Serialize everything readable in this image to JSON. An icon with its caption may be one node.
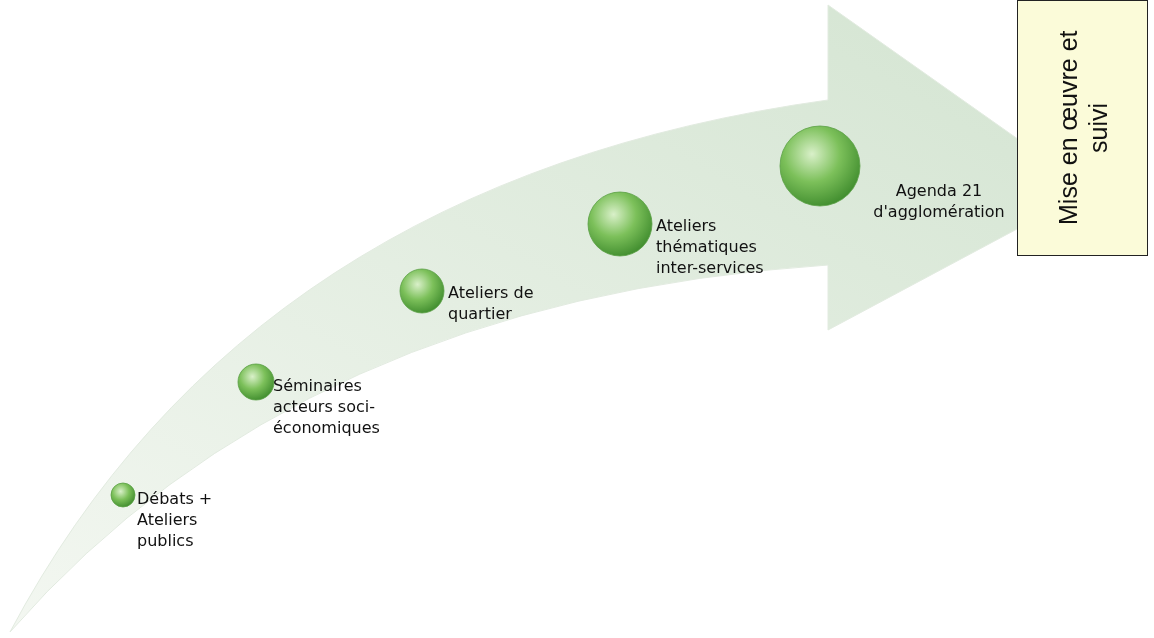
{
  "diagram": {
    "nodes": [
      {
        "text": [
          "Débats + Ateliers publics"
        ]
      },
      {
        "text": [
          "Séminaires acteurs soci-économiques"
        ]
      },
      {
        "text": [
          "Ateliers de quartier"
        ]
      },
      {
        "text": [
          "Ateliers thématiques inter-services"
        ]
      },
      {
        "text": [
          "Agenda 21 d'agglomération"
        ]
      },
      {
        "text": [
          "Mise en œuvre et suivi"
        ]
      }
    ]
  }
}
